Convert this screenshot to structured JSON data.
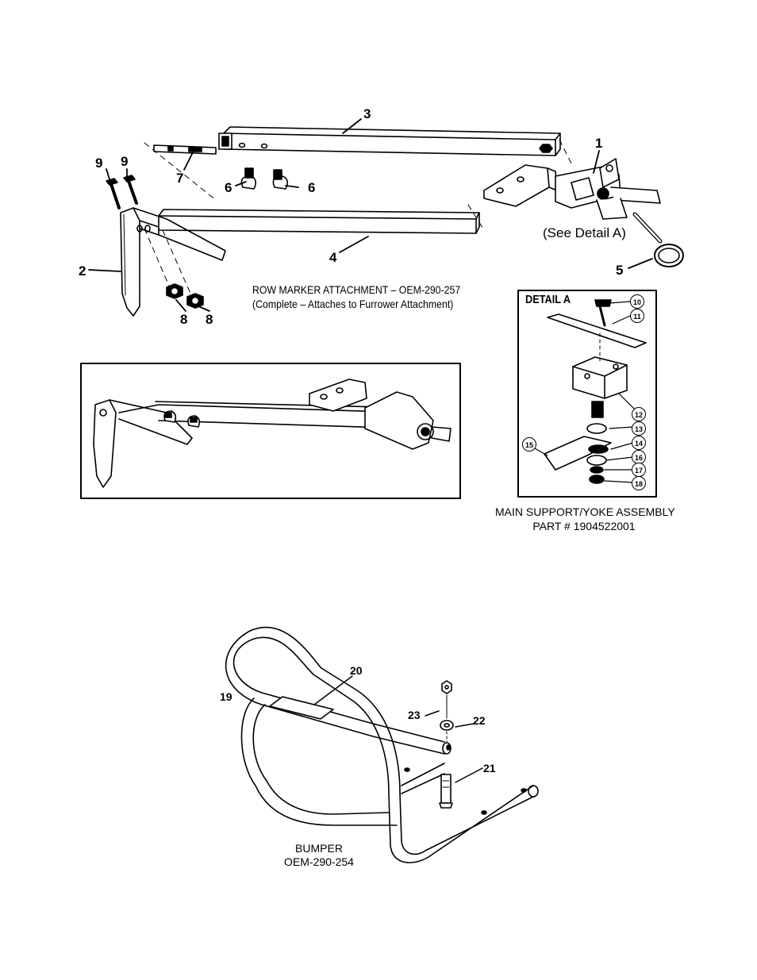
{
  "row_marker": {
    "callouts": {
      "c1": "1",
      "c2": "2",
      "c3": "3",
      "c4": "4",
      "c5": "5",
      "c6a": "6",
      "c6b": "6",
      "c7": "7",
      "c8a": "8",
      "c8b": "8",
      "c9a": "9",
      "c9b": "9"
    },
    "see_detail": "(See Detail A)",
    "caption_line1": "ROW MARKER ATTACHMENT – OEM-290-257",
    "caption_line2": "(Complete – Attaches to Furrower Attachment)"
  },
  "detail_a": {
    "title": "DETAIL A",
    "callouts": {
      "c10": "10",
      "c11": "11",
      "c12": "12",
      "c13": "13",
      "c14": "14",
      "c15": "15",
      "c16": "16",
      "c17": "17",
      "c18": "18"
    },
    "caption_line1": "MAIN SUPPORT/YOKE ASSEMBLY",
    "caption_line2": "PART # 1904522001"
  },
  "bumper": {
    "callouts": {
      "c19": "19",
      "c20": "20",
      "c21": "21",
      "c22": "22",
      "c23": "23"
    },
    "caption_line1": "BUMPER",
    "caption_line2": "OEM-290-254"
  }
}
